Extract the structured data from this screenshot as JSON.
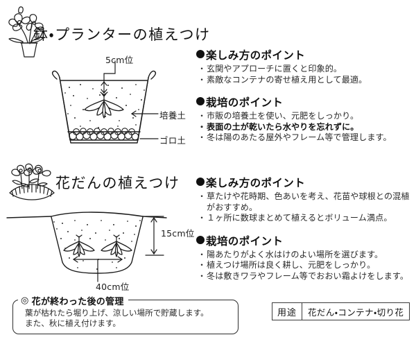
{
  "page": {
    "background": "#ffffff",
    "ink": "#1a1a1a"
  },
  "sections": [
    {
      "id": "pot-planter",
      "title": "鉢・プランターの植えつけ",
      "illustration_name": "potted-flowers-illustration",
      "diagram": {
        "name": "planter-cross-section-diagram",
        "labels": [
          {
            "name": "planting-depth-label",
            "text": "5cm位"
          },
          {
            "name": "potting-soil-label",
            "text": "培養土"
          },
          {
            "name": "drainage-gravel-label",
            "text": "ゴロ土"
          }
        ]
      },
      "blocks": [
        {
          "heading": "●楽しみ方のポイント",
          "heading_text": "楽しみ方のポイント",
          "items": [
            {
              "text": "玄関やアプローチに置くと印象的。",
              "bold": false
            },
            {
              "text": "素敵なコンテナの寄せ植え用として最適。",
              "bold": false
            }
          ]
        },
        {
          "heading": "●栽培のポイント",
          "heading_text": "栽培のポイント",
          "items": [
            {
              "text": "市販の培養土を使い、元肥をしっかり。",
              "bold": false
            },
            {
              "text": "表面の土が乾いたら水やりを忘れずに。",
              "bold": true
            },
            {
              "text": "冬は陽のあたる屋外やフレーム等で管理します。",
              "bold": false
            }
          ]
        }
      ]
    },
    {
      "id": "flower-bed",
      "title": "花だんの植えつけ",
      "illustration_name": "flower-bed-illustration",
      "diagram": {
        "name": "flower-bed-cross-section-diagram",
        "labels": [
          {
            "name": "bed-depth-label",
            "text": "15cm位"
          },
          {
            "name": "bulb-spacing-label",
            "text": "40cm位"
          }
        ]
      },
      "blocks": [
        {
          "heading": "●楽しみ方のポイント",
          "heading_text": "楽しみ方のポイント",
          "items": [
            {
              "text": "草たけや花時期、色あいを考え、花苗や球根との混植がおすすめ。",
              "bold": false
            },
            {
              "text": "１ヶ所に数球まとめて植えるとボリューム満点。",
              "bold": false
            }
          ]
        },
        {
          "heading": "●栽培のポイント",
          "heading_text": "栽培のポイント",
          "items": [
            {
              "text": "陽あたりがよく水はけのよい場所を選びます。",
              "bold": false
            },
            {
              "text": "植えつけ場所は良く耕し、元肥をしっかり。",
              "bold": false
            },
            {
              "text": "冬は敷きワラやフレーム等でおおい霜よけをします。",
              "bold": false
            }
          ]
        }
      ]
    }
  ],
  "aftercare": {
    "marker": "◎",
    "title": "花が終わった後の管理",
    "line1": "葉が枯れたら堀り上げ、涼しい場所で貯蔵します。",
    "line2": "また、秋に植え付けます。"
  },
  "usage": {
    "key": "用途",
    "value": "花だん・コンテナ・切り花"
  }
}
